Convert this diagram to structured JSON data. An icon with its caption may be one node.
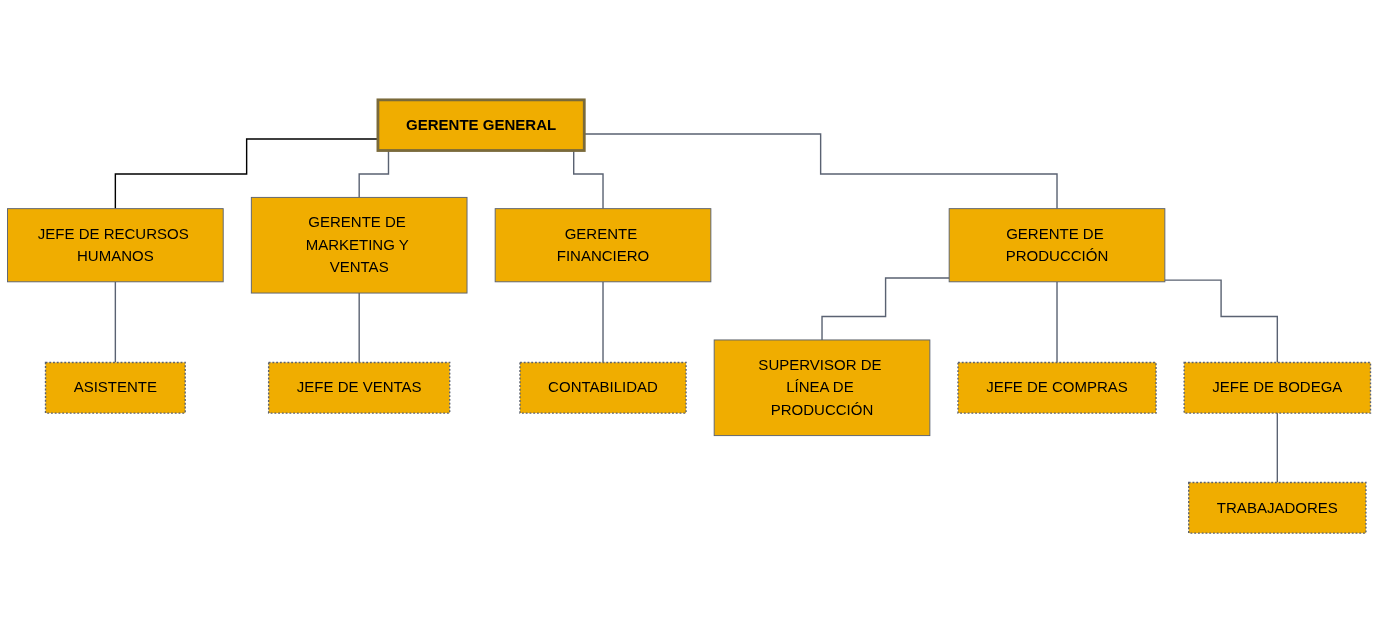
{
  "diagram": {
    "nodes": [
      {
        "text": [
          "GERENTE GENERAL"
        ]
      },
      {
        "text": [
          "JEFE DE RECURSOS HUMANOS"
        ]
      },
      {
        "text": [
          "GERENTE DE MARKETING Y VENTAS"
        ]
      },
      {
        "text": [
          "GERENTE FINANCIERO"
        ]
      },
      {
        "text": [
          "GERENTE DE PRODUCCIÓN"
        ]
      },
      {
        "text": [
          "SUPERVISOR DE LÍNEA DE PRODUCCIÓN"
        ]
      },
      {
        "text": [
          "ASISTENTE"
        ]
      },
      {
        "text": [
          "JEFE DE VENTAS"
        ]
      },
      {
        "text": [
          "CONTABILIDAD"
        ]
      },
      {
        "text": [
          "JEFE DE COMPRAS"
        ]
      },
      {
        "text": [
          "JEFE DE BODEGA"
        ]
      },
      {
        "text": [
          "TRABAJADORES"
        ]
      }
    ],
    "edges": [
      {
        "from": 0,
        "to": 1,
        "arrow": "none",
        "color": "#000000"
      },
      {
        "from": 0,
        "to": 2,
        "arrow": "none"
      },
      {
        "from": 0,
        "to": 3,
        "arrow": "none"
      },
      {
        "from": 0,
        "to": 4,
        "arrow": "none"
      },
      {
        "from": 4,
        "to": 5,
        "arrow": "none"
      },
      {
        "from": 1,
        "to": 6,
        "arrow": "none"
      },
      {
        "from": 2,
        "to": 7,
        "arrow": "none"
      },
      {
        "from": 3,
        "to": 8,
        "arrow": "none"
      },
      {
        "from": 4,
        "to": 9,
        "arrow": "none"
      },
      {
        "from": 4,
        "to": 10,
        "arrow": "none"
      },
      {
        "from": 10,
        "to": 11,
        "arrow": "none"
      }
    ]
  }
}
